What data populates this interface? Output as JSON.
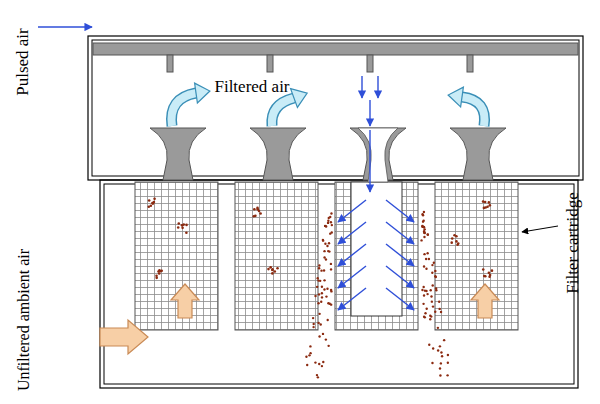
{
  "diagram": {
    "labels": [
      "Pulsed air",
      "Filtered air",
      "Filter cartridge",
      "Unfiltered ambient air"
    ]
  }
}
